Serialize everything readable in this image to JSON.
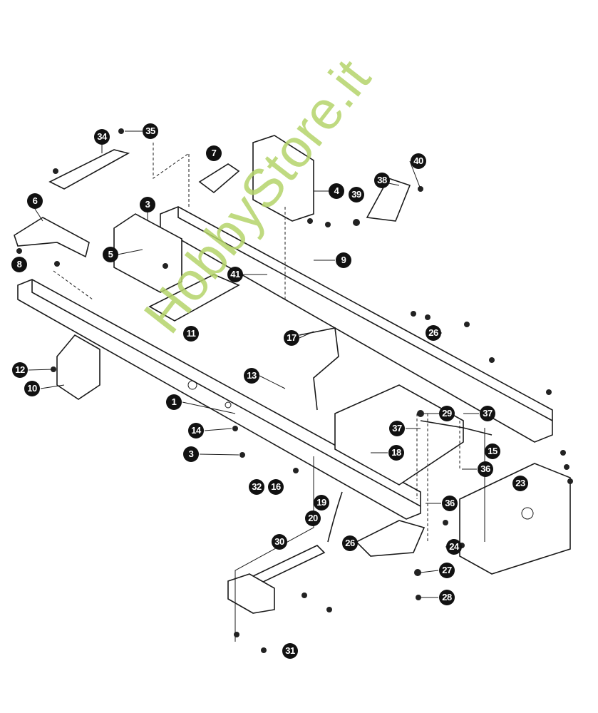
{
  "watermark": "HobbyStore.it",
  "callouts": [
    {
      "label": "35"
    },
    {
      "label": "34"
    },
    {
      "label": "7"
    },
    {
      "label": "4"
    },
    {
      "label": "40"
    },
    {
      "label": "38"
    },
    {
      "label": "39"
    },
    {
      "label": "6"
    },
    {
      "label": "3"
    },
    {
      "label": "5"
    },
    {
      "label": "8"
    },
    {
      "label": "9"
    },
    {
      "label": "41"
    },
    {
      "label": "11"
    },
    {
      "label": "26"
    },
    {
      "label": "17"
    },
    {
      "label": "12"
    },
    {
      "label": "10"
    },
    {
      "label": "13"
    },
    {
      "label": "1"
    },
    {
      "label": "29"
    },
    {
      "label": "37"
    },
    {
      "label": "37"
    },
    {
      "label": "14"
    },
    {
      "label": "3"
    },
    {
      "label": "18"
    },
    {
      "label": "15"
    },
    {
      "label": "36"
    },
    {
      "label": "32"
    },
    {
      "label": "16"
    },
    {
      "label": "19"
    },
    {
      "label": "20"
    },
    {
      "label": "36"
    },
    {
      "label": "23"
    },
    {
      "label": "26"
    },
    {
      "label": "24"
    },
    {
      "label": "27"
    },
    {
      "label": "28"
    },
    {
      "label": "30"
    },
    {
      "label": "31"
    }
  ]
}
